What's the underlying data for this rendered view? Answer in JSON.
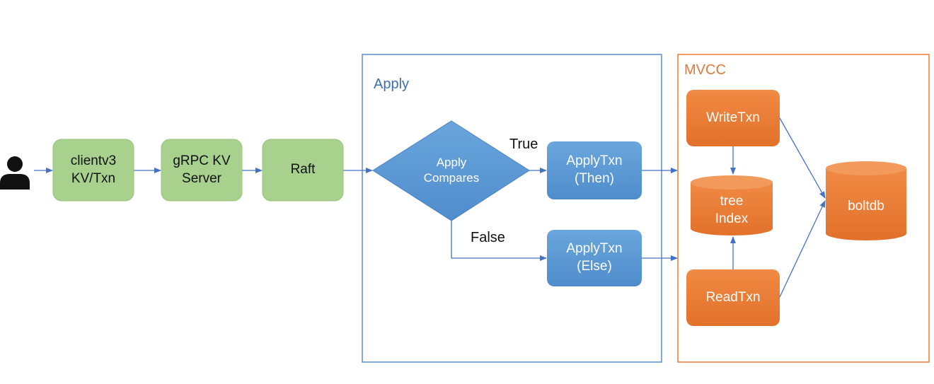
{
  "diagram": {
    "nodes": {
      "clientv3": "clientv3\nKV/Txn",
      "grpc": "gRPC KV\nServer",
      "raft": "Raft",
      "apply_compares": "Apply\nCompares",
      "applytxn_then": "ApplyTxn\n(Then)",
      "applytxn_else": "ApplyTxn\n(Else)",
      "writetxn": "WriteTxn",
      "readtxn": "ReadTxn",
      "tree_index": "tree\nIndex",
      "boltdb": "boltdb"
    },
    "edges": {
      "true_label": "True",
      "false_label": "False"
    },
    "groups": {
      "apply": "Apply",
      "mvcc": "MVCC"
    },
    "icons": {
      "user": "user-icon"
    },
    "colors": {
      "green_fill": "#a9d18e",
      "green_stroke": "#8fbf73",
      "blue_fill": "#5b9bd5",
      "orange_fill": "#ed7d31",
      "group_blue": "#5b8ccf",
      "group_orange": "#ed7d31",
      "arrow": "#4472c4"
    }
  }
}
